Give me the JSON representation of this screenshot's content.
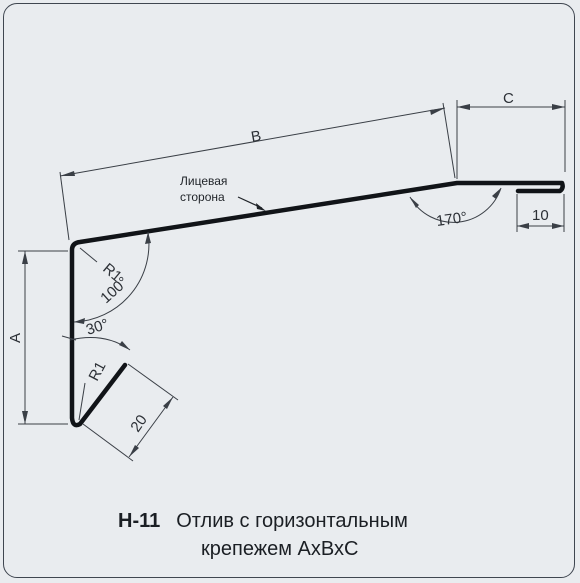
{
  "diagram": {
    "dimensions": {
      "a": "A",
      "b": "B",
      "c": "C",
      "flange": "10",
      "hem": "20"
    },
    "radii": {
      "top": "R1",
      "bottom": "R1"
    },
    "angles": {
      "top_bend": "100°",
      "hem_bend": "30°",
      "right_bend": "170°"
    },
    "face_label": {
      "line1": "Лицевая",
      "line2": "сторона"
    }
  },
  "caption": {
    "code": "Н-11",
    "title_line1": "Отлив с горизонтальным",
    "title_line2": "крепежем АхВхС"
  },
  "colors": {
    "background": "#e9ecef",
    "profile": "#111418",
    "lines": "#3a3f46"
  }
}
